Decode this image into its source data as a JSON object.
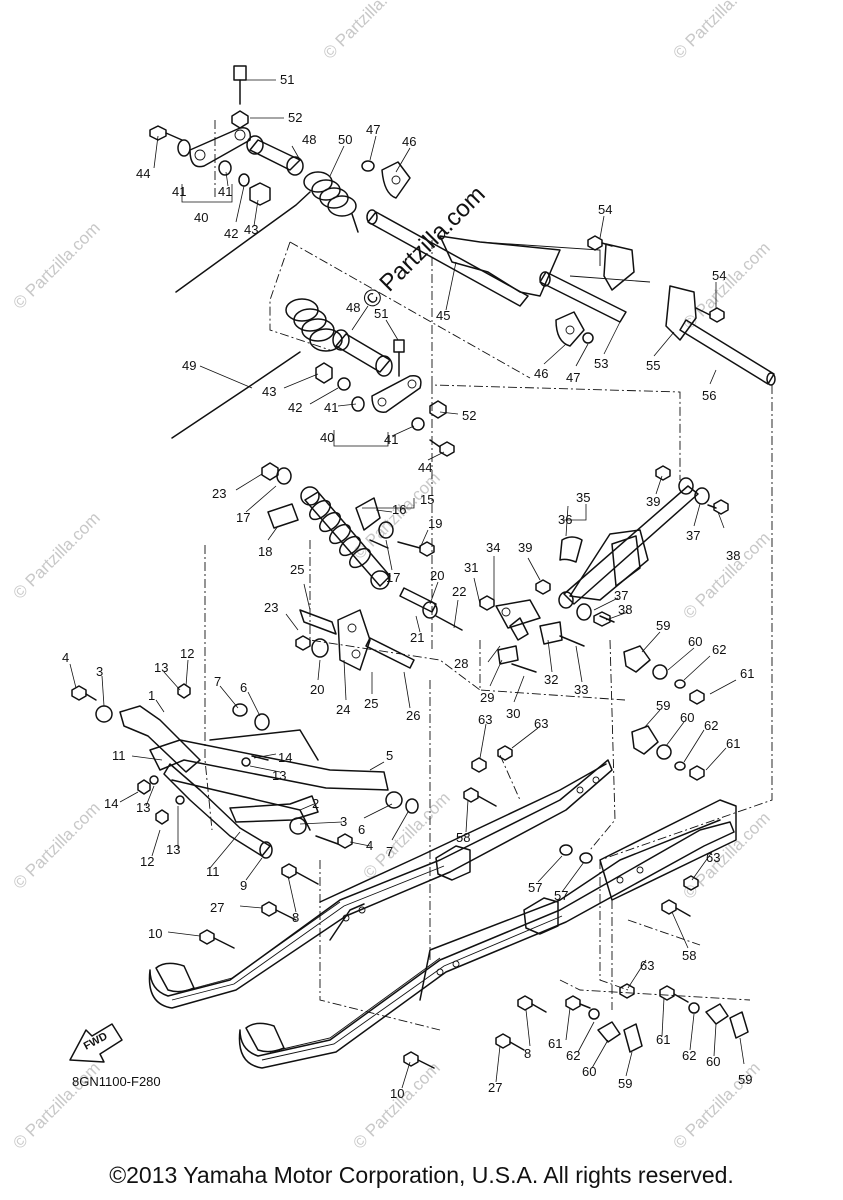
{
  "drawing_code": "8GN1100-F280",
  "fwd_label": "FWD",
  "copyright": "©2013 Yamaha Motor Corporation, U.S.A. All rights reserved.",
  "watermark": "© Partzilla.com",
  "watermark_main": "© Partzilla.com",
  "callouts": [
    "1",
    "2",
    "3",
    "4",
    "5",
    "6",
    "7",
    "8",
    "9",
    "10",
    "11",
    "12",
    "13",
    "14",
    "15",
    "16",
    "17",
    "18",
    "19",
    "20",
    "21",
    "22",
    "23",
    "24",
    "25",
    "26",
    "27",
    "28",
    "29",
    "30",
    "31",
    "32",
    "33",
    "34",
    "35",
    "36",
    "37",
    "38",
    "39",
    "40",
    "41",
    "42",
    "43",
    "44",
    "45",
    "46",
    "47",
    "48",
    "49",
    "50",
    "51",
    "52",
    "53",
    "54",
    "55",
    "56",
    "57",
    "58",
    "59",
    "60",
    "61",
    "62",
    "63"
  ]
}
